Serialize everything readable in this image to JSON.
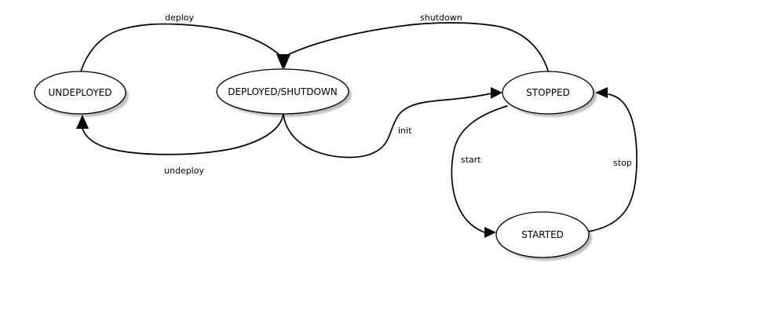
{
  "diagram": {
    "type": "state-machine",
    "states": [
      {
        "id": "undeployed",
        "label": "UNDEPLOYED"
      },
      {
        "id": "deployed-shutdown",
        "label": "DEPLOYED/SHUTDOWN"
      },
      {
        "id": "stopped",
        "label": "STOPPED"
      },
      {
        "id": "started",
        "label": "STARTED"
      }
    ],
    "transitions": [
      {
        "id": "deploy",
        "label": "deploy",
        "from": "UNDEPLOYED",
        "to": "DEPLOYED/SHUTDOWN"
      },
      {
        "id": "shutdown",
        "label": "shutdown",
        "from": "STOPPED",
        "to": "DEPLOYED/SHUTDOWN"
      },
      {
        "id": "undeploy",
        "label": "undeploy",
        "from": "DEPLOYED/SHUTDOWN",
        "to": "UNDEPLOYED"
      },
      {
        "id": "init",
        "label": "init",
        "from": "DEPLOYED/SHUTDOWN",
        "to": "STOPPED"
      },
      {
        "id": "start",
        "label": "start",
        "from": "STOPPED",
        "to": "STARTED"
      },
      {
        "id": "stop",
        "label": "stop",
        "from": "STARTED",
        "to": "STOPPED"
      }
    ],
    "colors": {
      "background": "#FFFFFF",
      "node_fill": "#FFFFFF",
      "node_stroke": "#000000",
      "edge": "#000000",
      "shadow": "#A8A8A8",
      "text": "#000000"
    }
  }
}
